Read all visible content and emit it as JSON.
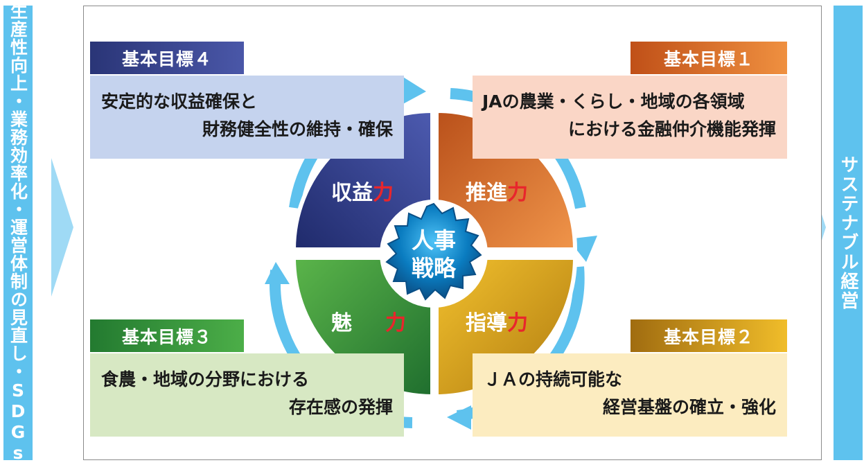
{
  "left_bar": {
    "text": "生産性向上・業務効率化・運営体制の見直し・SDGs"
  },
  "right_bar": {
    "text": "サステナブル経営"
  },
  "center": {
    "line1": "人事",
    "line2": "戦略"
  },
  "quadrants": {
    "top_left": {
      "label": "収益",
      "suffix": "力"
    },
    "top_right": {
      "label": "推進",
      "suffix": "力"
    },
    "bottom_left": {
      "label": "魅",
      "suffix": "力"
    },
    "bottom_right": {
      "label": "指導",
      "suffix": "力"
    }
  },
  "goals": {
    "goal4": {
      "title": "基本目標４",
      "line1": "安定的な収益確保と",
      "line2": "財務健全性の維持・確保"
    },
    "goal1": {
      "title": "基本目標１",
      "line1": "JAの農業・くらし・地域の各領域",
      "line2": "における金融仲介機能発揮"
    },
    "goal3": {
      "title": "基本目標３",
      "line1": "食農・地域の分野における",
      "line2": "存在感の発揮"
    },
    "goal2": {
      "title": "基本目標２",
      "line1": "ＪＡの持続可能な",
      "line2": "経営基盤の確立・強化"
    }
  },
  "colors": {
    "bar": "#5ec2ee",
    "quad_top_left": "#2e3a86",
    "quad_top_right": "#d9691e",
    "quad_bottom_left": "#2f8e3a",
    "quad_bottom_right": "#d4a017",
    "accent_red": "#e8262c",
    "cycle_arrow": "#5ec2ee"
  }
}
